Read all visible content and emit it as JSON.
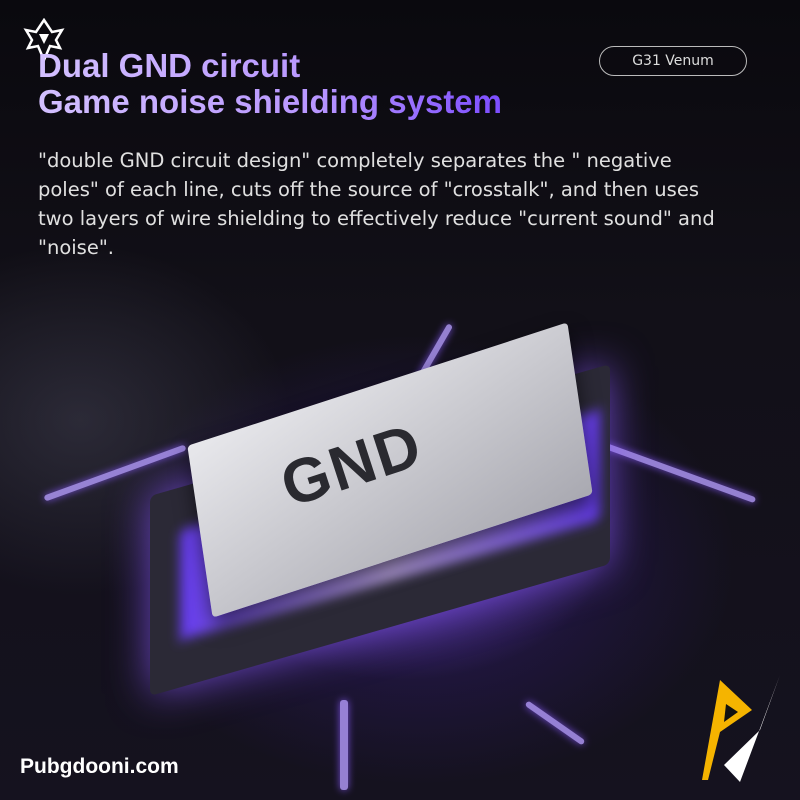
{
  "header": {
    "title_line1": "Dual GND circuit",
    "title_line2": "Game noise shielding system",
    "badge": "G31 Venum"
  },
  "description": "\"double GND circuit design\" completely separates the \" negative poles\" of each line, cuts off the source of \"crosstalk\", and then uses two layers of wire shielding to effectively reduce \"current sound\" and \"noise\".",
  "chip": {
    "label": "GND"
  },
  "footer": {
    "site": "Pubgdooni.com"
  },
  "colors": {
    "accent": "#8a5cff",
    "title_start": "#d3c0ff",
    "title_end": "#7c4dff",
    "watermark_yellow": "#f5b400"
  }
}
